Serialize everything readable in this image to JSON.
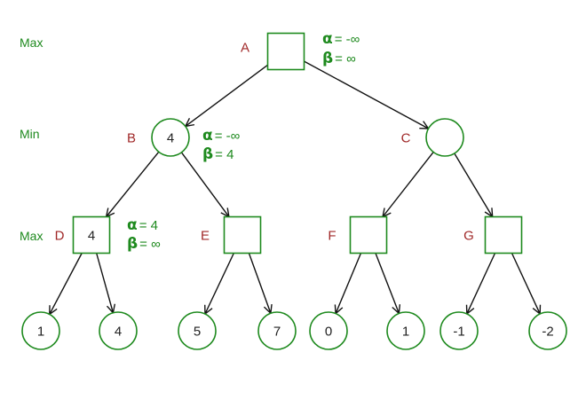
{
  "diagram": {
    "title": "Alpha-Beta Pruning Minimax Tree",
    "colors": {
      "node_stroke": "#1e8a1e",
      "node_label": "#a02828",
      "annotation": "#1e8a1e",
      "edge": "#111111"
    },
    "level_labels": [
      {
        "id": "lvl-max-top",
        "text": "Max"
      },
      {
        "id": "lvl-min",
        "text": "Min"
      },
      {
        "id": "lvl-max-bottom",
        "text": "Max"
      }
    ],
    "nodes": [
      {
        "id": "A",
        "label": "A",
        "shape": "square",
        "value": "",
        "level": "max"
      },
      {
        "id": "B",
        "label": "B",
        "shape": "circle",
        "value": "4",
        "level": "min"
      },
      {
        "id": "C",
        "label": "C",
        "shape": "circle",
        "value": "",
        "level": "min"
      },
      {
        "id": "D",
        "label": "D",
        "shape": "square",
        "value": "4",
        "level": "max"
      },
      {
        "id": "E",
        "label": "E",
        "shape": "square",
        "value": "",
        "level": "max"
      },
      {
        "id": "F",
        "label": "F",
        "shape": "square",
        "value": "",
        "level": "max"
      },
      {
        "id": "G",
        "label": "G",
        "shape": "square",
        "value": "",
        "level": "max"
      },
      {
        "id": "L1",
        "label": "",
        "shape": "circle",
        "value": "1",
        "level": "leaf"
      },
      {
        "id": "L2",
        "label": "",
        "shape": "circle",
        "value": "4",
        "level": "leaf"
      },
      {
        "id": "L3",
        "label": "",
        "shape": "circle",
        "value": "5",
        "level": "leaf"
      },
      {
        "id": "L4",
        "label": "",
        "shape": "circle",
        "value": "7",
        "level": "leaf"
      },
      {
        "id": "L5",
        "label": "",
        "shape": "circle",
        "value": "0",
        "level": "leaf"
      },
      {
        "id": "L6",
        "label": "",
        "shape": "circle",
        "value": "1",
        "level": "leaf"
      },
      {
        "id": "L7",
        "label": "",
        "shape": "circle",
        "value": "-1",
        "level": "leaf"
      },
      {
        "id": "L8",
        "label": "",
        "shape": "circle",
        "value": "-2",
        "level": "leaf"
      }
    ],
    "edges": [
      {
        "from": "A",
        "to": "B"
      },
      {
        "from": "A",
        "to": "C"
      },
      {
        "from": "B",
        "to": "D"
      },
      {
        "from": "B",
        "to": "E"
      },
      {
        "from": "C",
        "to": "F"
      },
      {
        "from": "C",
        "to": "G"
      },
      {
        "from": "D",
        "to": "L1"
      },
      {
        "from": "D",
        "to": "L2"
      },
      {
        "from": "E",
        "to": "L3"
      },
      {
        "from": "E",
        "to": "L4"
      },
      {
        "from": "F",
        "to": "L5"
      },
      {
        "from": "F",
        "to": "L6"
      },
      {
        "from": "G",
        "to": "L7"
      },
      {
        "from": "G",
        "to": "L8"
      }
    ],
    "annotations": [
      {
        "node": "A",
        "alpha_symbol": "α",
        "alpha": "= -∞",
        "beta_symbol": "β",
        "beta": "= ∞"
      },
      {
        "node": "B",
        "alpha_symbol": "α",
        "alpha": "= -∞",
        "beta_symbol": "β",
        "beta": "= 4"
      },
      {
        "node": "D",
        "alpha_symbol": "α",
        "alpha": "= 4",
        "beta_symbol": "β",
        "beta": "= ∞"
      }
    ]
  }
}
